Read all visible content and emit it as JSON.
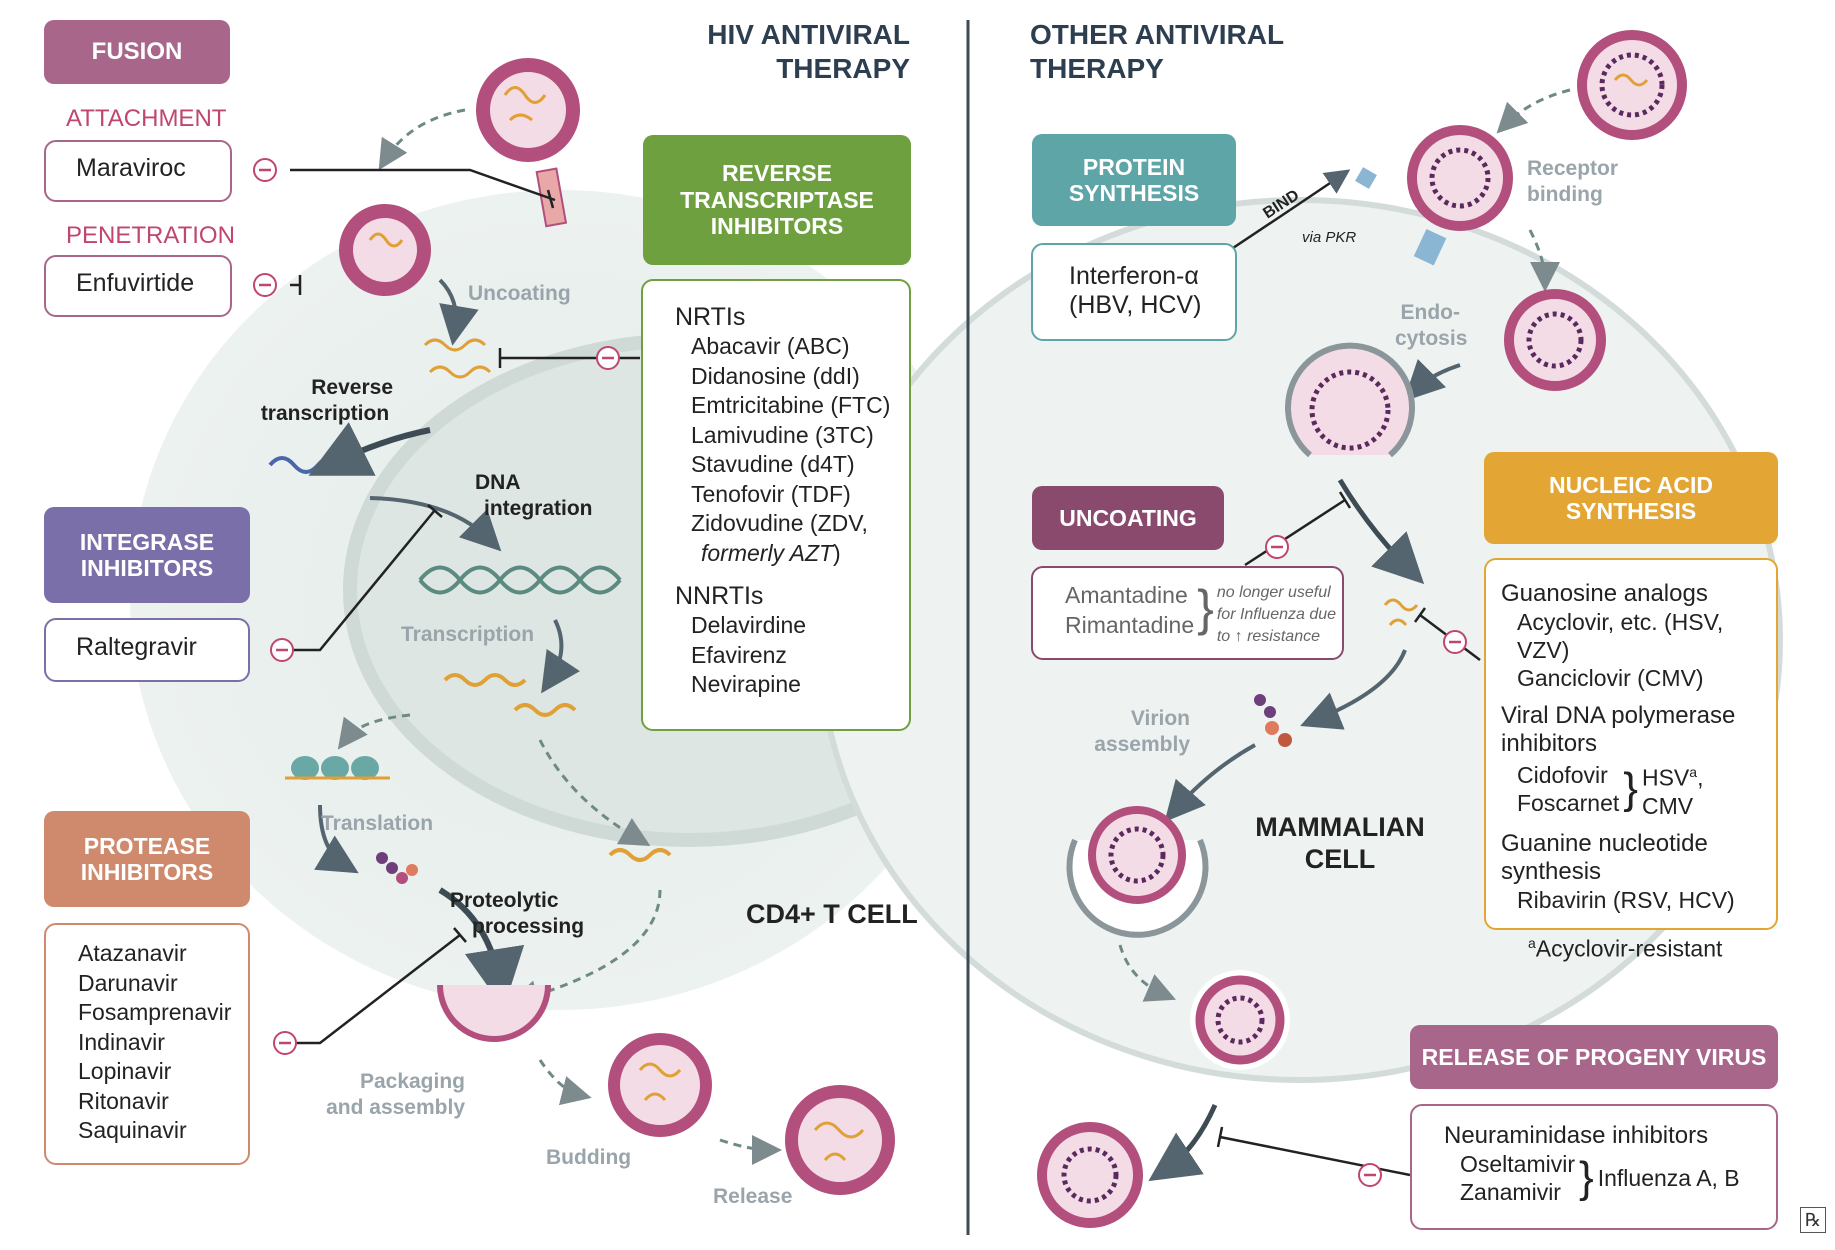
{
  "hiv": {
    "title_line1": "HIV ANTIVIRAL",
    "title_line2": "THERAPY",
    "cell_label": "CD4+ T CELL",
    "fusion": {
      "header": "FUSION",
      "attachment_label": "ATTACHMENT",
      "attachment_drug": "Maraviroc",
      "penetration_label": "PENETRATION",
      "penetration_drug": "Enfuvirtide"
    },
    "rti": {
      "header_l1": "REVERSE",
      "header_l2": "TRANSCRIPTASE",
      "header_l3": "INHIBITORS",
      "nrti_title": "NRTIs",
      "nrtis": [
        "Abacavir (ABC)",
        "Didanosine (ddI)",
        "Emtricitabine (FTC)",
        "Lamivudine (3TC)",
        "Stavudine (d4T)",
        "Tenofovir (TDF)",
        "Zidovudine (ZDV,"
      ],
      "nrti_note": "formerly AZT",
      "nrti_note_close": ")",
      "nnrti_title": "NNRTIs",
      "nnrtis": [
        "Delavirdine",
        "Efavirenz",
        "Nevirapine"
      ]
    },
    "integrase": {
      "header_l1": "INTEGRASE",
      "header_l2": "INHIBITORS",
      "drug": "Raltegravir"
    },
    "protease": {
      "header_l1": "PROTEASE",
      "header_l2": "INHIBITORS",
      "drugs": [
        "Atazanavir",
        "Darunavir",
        "Fosamprenavir",
        "Indinavir",
        "Lopinavir",
        "Ritonavir",
        "Saquinavir"
      ]
    },
    "steps": {
      "uncoating": "Uncoating",
      "reverse_transcription_l1": "Reverse",
      "reverse_transcription_l2": "transcription",
      "dna_integration_l1": "DNA",
      "dna_integration_l2": "integration",
      "transcription": "Transcription",
      "translation": "Translation",
      "proteolytic_l1": "Proteolytic",
      "proteolytic_l2": "processing",
      "packaging_l1": "Packaging",
      "packaging_l2": "and assembly",
      "budding": "Budding",
      "release": "Release"
    }
  },
  "other": {
    "title_line1": "OTHER ANTIVIRAL",
    "title_line2": "THERAPY",
    "cell_label_l1": "MAMMALIAN",
    "cell_label_l2": "CELL",
    "protein": {
      "header_l1": "PROTEIN",
      "header_l2": "SYNTHESIS",
      "drug_l1": "Interferon-α",
      "drug_l2": "(HBV, HCV)",
      "bind": "BIND",
      "via": "via PKR"
    },
    "uncoating": {
      "header": "UNCOATING",
      "drugs": [
        "Amantadine",
        "Rimantadine"
      ],
      "note": [
        "no longer useful",
        "for Influenza due",
        "to ↑ resistance"
      ]
    },
    "nucleic": {
      "header_l1": "NUCLEIC ACID",
      "header_l2": "SYNTHESIS",
      "g1_title": "Guanosine analogs",
      "g1_items": [
        "Acyclovir, etc. (HSV, VZV)",
        "Ganciclovir (CMV)"
      ],
      "g2_title_l1": "Viral DNA polymerase",
      "g2_title_l2": "inhibitors",
      "g2_items": [
        "Cidofovir",
        "Foscarnet"
      ],
      "g2_target_l1": "HSV",
      "g2_target_sup": "a",
      "g2_target_l1_end": ",",
      "g2_target_l2": "CMV",
      "g3_title_l1": "Guanine nucleotide",
      "g3_title_l2": "synthesis",
      "g3_items": [
        "Ribavirin (RSV, HCV)"
      ],
      "footnote_sup": "a",
      "footnote": "Acyclovir-resistant"
    },
    "release": {
      "header": "RELEASE OF PROGENY VIRUS",
      "title": "Neuraminidase inhibitors",
      "drugs": [
        "Oseltamivir",
        "Zanamivir"
      ],
      "target": "Influenza A, B"
    },
    "steps": {
      "receptor_l1": "Receptor",
      "receptor_l2": "binding",
      "endo_l1": "Endo-",
      "endo_l2": "cytosis",
      "virion_l1": "Virion",
      "virion_l2": "assembly"
    }
  },
  "colors": {
    "fusion": "#a8668a",
    "rti": "#6ea03f",
    "integrase": "#7a6fa8",
    "protease": "#cf8a6d",
    "protein": "#5ea5a8",
    "uncoating": "#8a4a6e",
    "nucleic": "#e3a634",
    "release": "#a8668a"
  },
  "corner": "℞"
}
